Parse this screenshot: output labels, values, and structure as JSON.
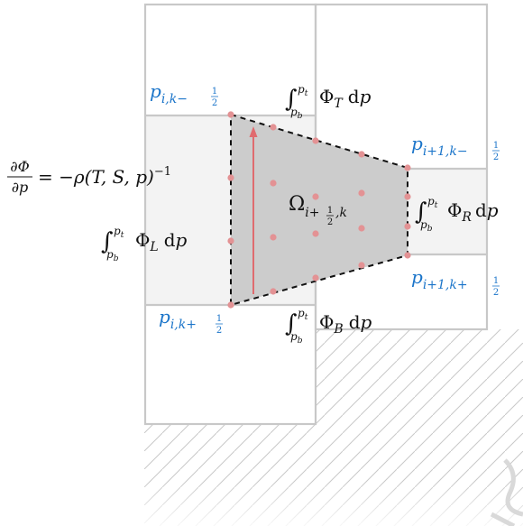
{
  "labels": {
    "p_top_left": {
      "base": "p",
      "sub": "i,k−",
      "frac_num": "1",
      "frac_den": "2"
    },
    "p_top_right": {
      "base": "p",
      "sub": "i+1,k−",
      "frac_num": "1",
      "frac_den": "2"
    },
    "p_bottom_left": {
      "base": "p",
      "sub": "i,k+",
      "frac_num": "1",
      "frac_den": "2"
    },
    "p_bottom_right": {
      "base": "p",
      "sub": "i+1,k+",
      "frac_num": "1",
      "frac_den": "2"
    },
    "flux_top": {
      "upper": "p",
      "upper_sub": "t",
      "lower": "p",
      "lower_sub": "b",
      "phi": "Φ",
      "phi_sub": "T",
      "dp": "d",
      "p": "p"
    },
    "flux_left": {
      "upper": "p",
      "upper_sub": "t",
      "lower": "p",
      "lower_sub": "b",
      "phi": "Φ",
      "phi_sub": "L",
      "dp": "d",
      "p": "p"
    },
    "flux_right": {
      "upper": "p",
      "upper_sub": "t",
      "lower": "p",
      "lower_sub": "b",
      "phi": "Φ",
      "phi_sub": "R",
      "dp": "d",
      "p": "p"
    },
    "flux_bottom": {
      "upper": "p",
      "upper_sub": "t",
      "lower": "p",
      "lower_sub": "b",
      "phi": "Φ",
      "phi_sub": "B",
      "dp": "d",
      "p": "p"
    },
    "hydrostatic": {
      "num": "∂Φ",
      "den": "∂p",
      "rhs": "= −ρ(T, S, p)",
      "exp": "−1"
    },
    "omega": {
      "base": "Ω",
      "sub_pre": "i+",
      "frac_num": "1",
      "frac_den": "2",
      "sub_post": ",k"
    }
  },
  "colors": {
    "grid": "#c8c8c8",
    "cell_fill": "#f3f3f3",
    "volume_fill": "#cccccc",
    "dots": "#e39294",
    "arrow": "#e06b6f",
    "label_blue": "#1a74c9"
  }
}
